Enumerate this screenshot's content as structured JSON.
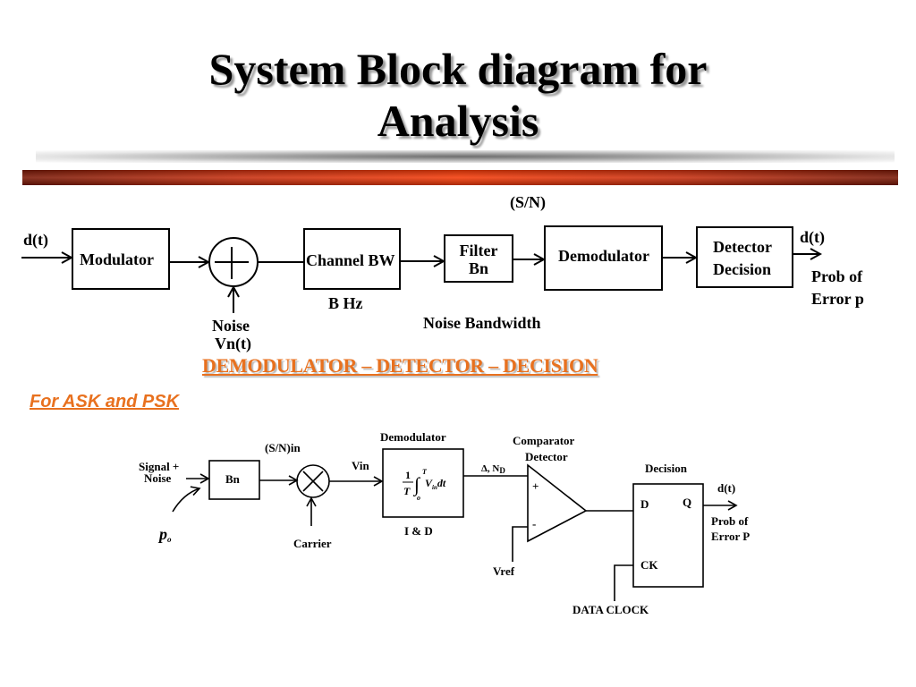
{
  "slide": {
    "title_line1": "System Block diagram for",
    "title_line2": "Analysis",
    "accent_color": "#e8711f",
    "bar_color": "#f53c0a"
  },
  "top_diagram": {
    "input_label": "d(t)",
    "modulator": "Modulator",
    "summer_symbol": "+",
    "noise_label_1": "Noise",
    "noise_label_2": "Vn(t)",
    "channel": "Channel BW",
    "channel_bw": "B Hz",
    "filter_line1": "Filter",
    "filter_line2": "Bn",
    "noise_bandwidth": "Noise Bandwidth",
    "sn_label": "(S/N)",
    "demodulator": "Demodulator",
    "detector_line1": "Detector",
    "detector_line2": "Decision",
    "output_label": "d(t)",
    "prob_line1": "Prob of",
    "prob_line2": "Error p"
  },
  "section_heading": "DEMODULATOR – DETECTOR – DECISION",
  "subheading": "For ASK and PSK",
  "bottom_diagram": {
    "signal_line1": "Signal +",
    "signal_line2": "Noise",
    "po_label": "p",
    "po_sub": "o",
    "bn": "Bn",
    "sn_in": "(S/N)in",
    "carrier": "Carrier",
    "vin": "Vin",
    "demodulator_title": "Demodulator",
    "integral_num": "1",
    "integral_den": "T",
    "integral_upper": "T",
    "integral_lower": "o",
    "integrand": "V",
    "integrand_sub": "in",
    "integrand_dt": "dt",
    "id_label": "I & D",
    "delta_label": "Δ, N",
    "delta_sub": "D",
    "comparator_line1": "Comparator",
    "comparator_line2": "Detector",
    "plus": "+",
    "minus": "-",
    "vref": "Vref",
    "decision_title": "Decision",
    "d_pin": "D",
    "q_pin": "Q",
    "ck_pin": "CK",
    "data_clock": "DATA CLOCK",
    "output_label": "d(t)",
    "prob_line1": "Prob of",
    "prob_line2": "Error P"
  }
}
